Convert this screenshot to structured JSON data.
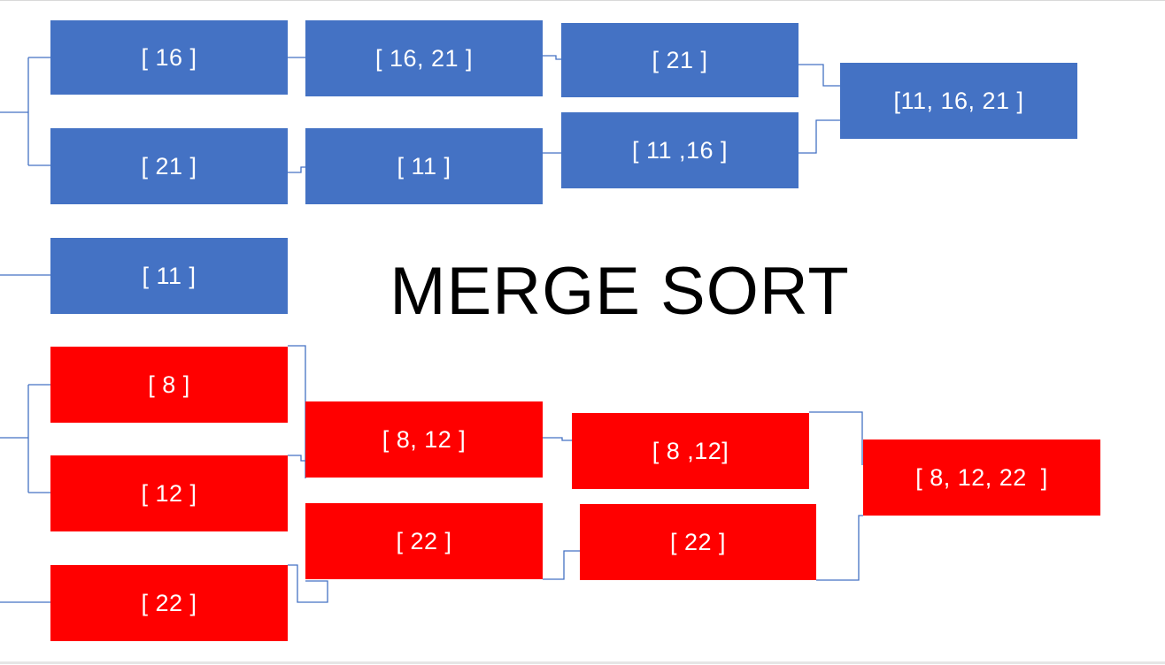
{
  "title": "MERGE SORT",
  "colors": {
    "blue": "#4472c4",
    "red": "#ff0000",
    "connector": "#4472c4"
  },
  "boxes": {
    "b16": "[ 16 ]",
    "b21": "[ 21 ]",
    "b11a": "[ 11 ]",
    "b1621": "[ 16, 21 ]",
    "b11b": "[ 11 ]",
    "b21b": "[ 21 ]",
    "b1116": "[ 11 ,16 ]",
    "b111621": "[11, 16, 21 ]",
    "r8": "[ 8 ]",
    "r12": "[ 12 ]",
    "r22a": "[ 22 ]",
    "r812": "[ 8, 12 ]",
    "r22b": "[ 22 ]",
    "r812b": "[ 8 ,12]",
    "r22c": "[ 22 ]",
    "r81222": "[ 8, 12, 22  ]"
  }
}
